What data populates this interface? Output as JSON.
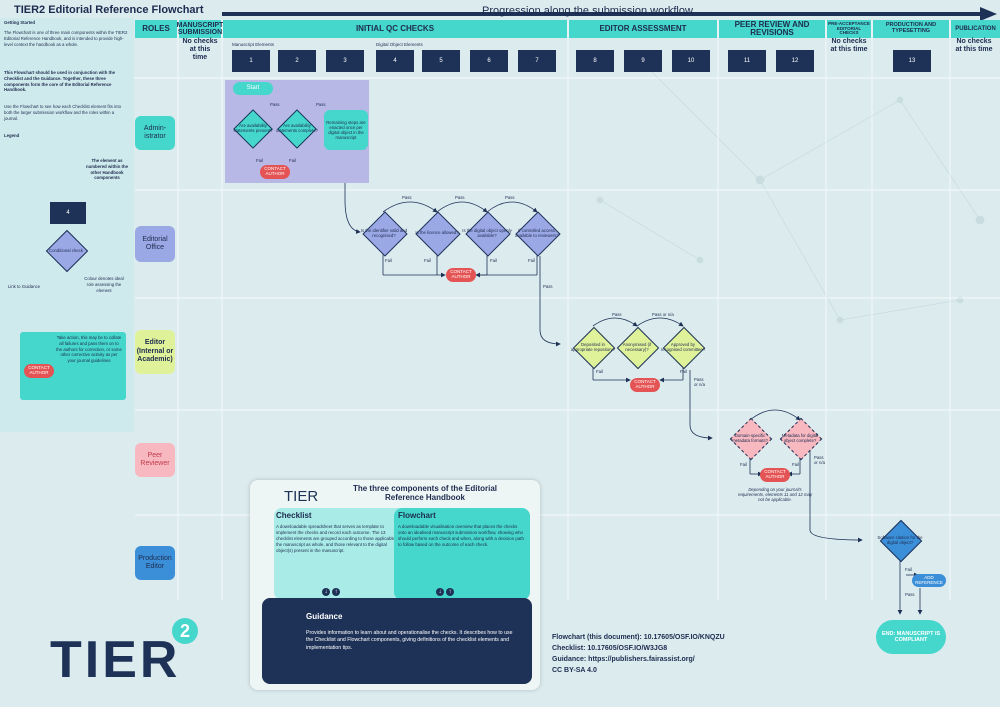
{
  "title": "TIER2 Editorial Reference Flowchart",
  "progression": "Progression along the submission workflow",
  "headers": {
    "roles": "ROLES",
    "manuscript_submission": "MANUSCRIPT SUBMISSION",
    "initial_qc": "INITIAL QC CHECKS",
    "editor_assessment": "EDITOR ASSESSMENT",
    "peer_review": "PEER REVIEW AND REVISIONS",
    "pre_acceptance": "PRE-ACCEPTANCE EDITORIAL CHECKS",
    "production": "PRODUCTION AND TYPESETTING",
    "publication": "PUBLICATION"
  },
  "no_checks": "No checks at this time",
  "sub_labels": {
    "manuscript_elements": "Manuscript Elements",
    "digital_object_elements": "Digital Object Elements"
  },
  "elements": [
    "1",
    "2",
    "3",
    "4",
    "5",
    "6",
    "7",
    "8",
    "9",
    "10",
    "11",
    "12",
    "13"
  ],
  "roles": {
    "administrator": "Admin-istrator",
    "editorial_office": "Editorial Office",
    "editor": "Editor (Internal or Academic)",
    "peer_reviewer": "Peer Reviewer",
    "production_editor": "Production Editor"
  },
  "colors": {
    "admin": "#45d6cc",
    "office": "#9aa8e6",
    "editor": "#dff29a",
    "peer": "#f7b8c0",
    "production": "#3b8fd8",
    "contact": "#e55454",
    "navy": "#1e3257"
  },
  "legend": {
    "getting_started": "Getting Started",
    "intro_1": "The Flowchart is one of three main components within the TIER2 Editorial Reference Handbook, and is intended to provide high-level context the handbook as a whole.",
    "intro_2": "This Flowchart should be used in conjunction with the Checklist and the Guidance. Together, these three components form the core of the Editorial Reference Handbook.",
    "intro_3": "Use the Flowchart to see how each Checklist element fits into both the larger submission workflow and the roles within a journal.",
    "legend_title": "Legend",
    "element_note": "The element as numbered within the other Handbook components",
    "element_number": "4",
    "conditional_check": "Conditional check",
    "link_guidance": "Link to Guidance",
    "colour_note": "Colour denotes ideal role assessing the element",
    "action_note": "Take action, this may be to collate all failures and pass them on to the authors for correction, or some other corrective activity as per your journal guidelines",
    "contact_author": "CONTACT AUTHOR"
  },
  "flow": {
    "start": "Start",
    "q1": "Are availability statements present?",
    "q2": "Are availability statements complete?",
    "q3": "Remaining steps are enacted once per digital object in the manuscript",
    "q4": "Is the identifier valid and recognised?",
    "q5": "Is the licence allowed?",
    "q6": "Is the digital object openly available?",
    "q7": "If controlled access: available to reviewers?",
    "q8": "Deposited in appropriate repository?",
    "q9": "Anonymised (if necessary)?",
    "q10": "Approved by recognised committee?",
    "q11": "Domain-specific metadata formats?",
    "q12": "Metadata for digital object complete?",
    "q13": "Software citation for the digital object?",
    "pass": "Pass",
    "fail": "Fail",
    "pass_or_na": "Pass or n/a",
    "contact_author": "CONTACT AUTHOR",
    "add_reference": "ADD REFERENCE",
    "end": "END: MANUSCRIPT IS COMPLIANT",
    "note_11_12": "Depending on your journal's requirements, elements 11 and 12 may not be applicable."
  },
  "card": {
    "heading": "The three components of the Editorial Reference Handbook",
    "logo": "TIER",
    "checklist_title": "Checklist",
    "checklist_body": "A downloadable spreadsheet that serves as template to implement the checks and record each outcome. The 13 checklist elements are grouped according to those applicable to the manuscript as whole, and those relevant to the digital object(s) present in the manuscript.",
    "flowchart_title": "Flowchart",
    "flowchart_body": "A downloadable visualisation overview that places the checks onto an idealised manuscript submission workflow, showing who should perform each check and when, along with a decision path to follow based on the outcome of each check.",
    "guidance_title": "Guidance",
    "guidance_body": "Provides information to learn about and operationalise the checks. It describes how to use the Checklist and Flowchart components, giving definitions of the checklist elements and implementation tips."
  },
  "footer": {
    "logo": "TIER",
    "logo_sup": "2",
    "flowchart_doi": "Flowchart (this document): 10.17605/OSF.IO/KNQZU",
    "checklist_doi": "Checklist: 10.17605/OSF.IO/W3JG8",
    "guidance_url": "Guidance: https://publishers.fairassist.org/",
    "license": "CC BY-SA 4.0"
  }
}
